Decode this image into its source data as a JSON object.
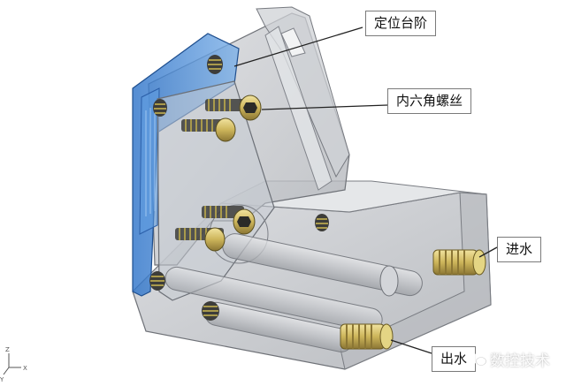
{
  "callouts": {
    "positioning_step": "定位台阶",
    "hex_screw": "内六角螺丝",
    "water_inlet": "进水",
    "water_outlet": "出水"
  },
  "watermark": {
    "text": "数控技术"
  },
  "axis_triad": {
    "x": "X",
    "y": "Y",
    "z": "Z"
  },
  "colors": {
    "background": "#ffffff",
    "housing": "#c7cacf",
    "blue_plate": "#4a8fd6",
    "screw": "#b7a54a",
    "fitting": "#d8c46a",
    "leader_line": "#222222"
  }
}
